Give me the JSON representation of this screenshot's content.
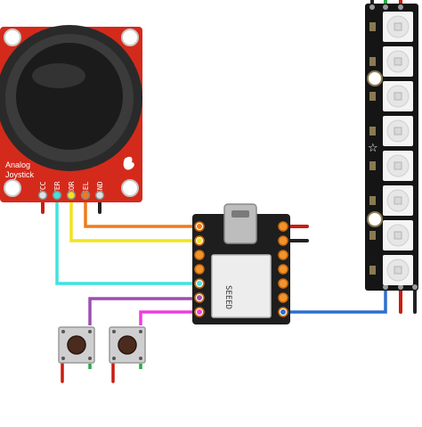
{
  "joystick": {
    "label_line1": "Analog",
    "label_line2": "Joystick",
    "pins": [
      "VCC",
      "VER",
      "HOR",
      "SEL",
      "GND"
    ],
    "board_color": "#d42a1b"
  },
  "xiao": {
    "logo": "SEEED",
    "board_color": "#1e1e1e",
    "pad_color": "#f3942b"
  },
  "led_strip": {
    "led_count": 8,
    "strip_color": "#151515"
  },
  "buttons": {
    "count": 2
  },
  "wires": [
    {
      "name": "joystick-ver-to-xiao",
      "color": "#3fe3e0"
    },
    {
      "name": "joystick-hor-to-xiao",
      "color": "#f2e320"
    },
    {
      "name": "joystick-sel-to-xiao",
      "color": "#ef7a1a"
    },
    {
      "name": "button1-to-xiao",
      "color": "#9b4fb0"
    },
    {
      "name": "button2-to-xiao",
      "color": "#ee3ee0"
    },
    {
      "name": "xiao-to-led-data",
      "color": "#2e6fce"
    }
  ]
}
